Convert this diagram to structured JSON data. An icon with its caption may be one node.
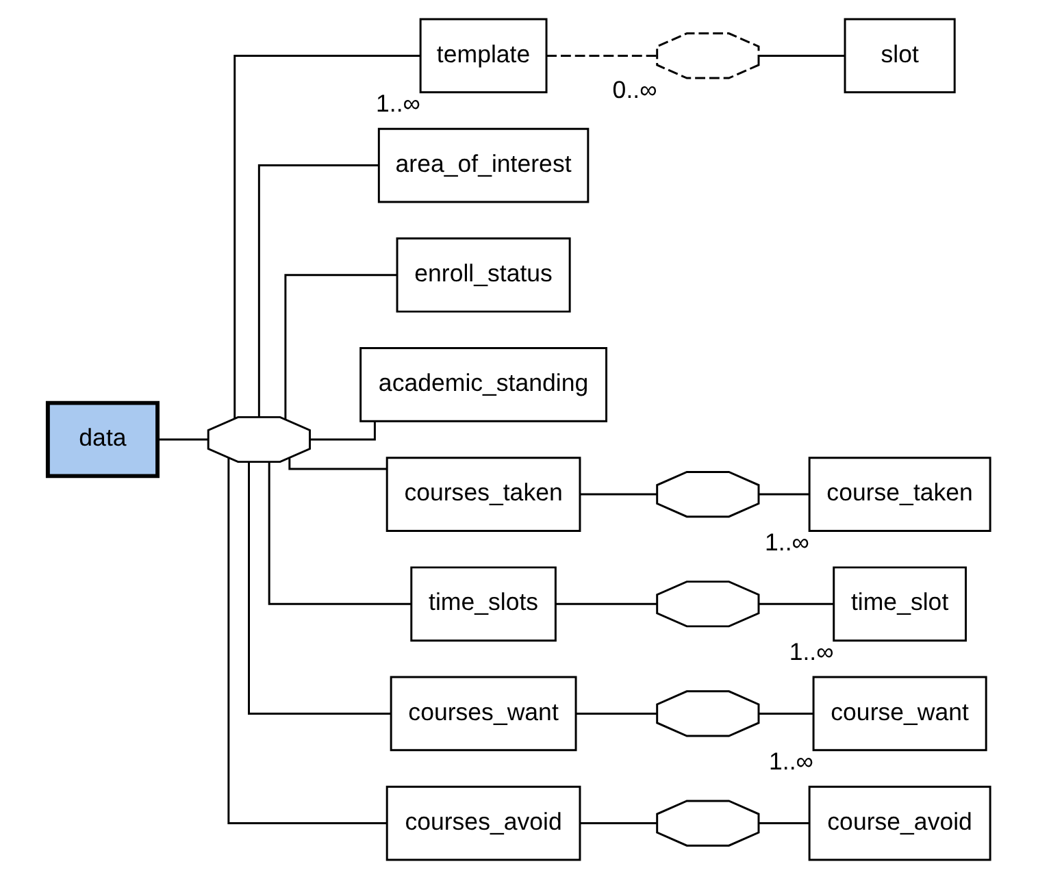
{
  "diagram": {
    "nodes": [
      {
        "text": [
          "data"
        ]
      },
      {
        "text": [],
        "shape": "octagon"
      },
      {
        "text": [
          "template"
        ],
        "beside": [
          "1..∞"
        ]
      },
      {
        "text": [],
        "shape": "octagon",
        "beside": [
          "0..∞"
        ]
      },
      {
        "text": [
          "slot"
        ]
      },
      {
        "text": [
          "area_of_interest"
        ]
      },
      {
        "text": [
          "enroll_status"
        ]
      },
      {
        "text": [
          "academic_standing"
        ]
      },
      {
        "text": [
          "courses_taken"
        ]
      },
      {
        "text": [],
        "shape": "octagon"
      },
      {
        "text": [
          "course_taken"
        ],
        "beside": [
          "1..∞"
        ]
      },
      {
        "text": [
          "time_slots"
        ]
      },
      {
        "text": [],
        "shape": "octagon"
      },
      {
        "text": [
          "time_slot"
        ],
        "beside": [
          "1..∞"
        ]
      },
      {
        "text": [
          "courses_want"
        ]
      },
      {
        "text": [],
        "shape": "octagon"
      },
      {
        "text": [
          "course_want"
        ],
        "beside": [
          "1..∞"
        ]
      },
      {
        "text": [
          "courses_avoid"
        ]
      },
      {
        "text": [],
        "shape": "octagon"
      },
      {
        "text": [
          "course_avoid"
        ]
      }
    ],
    "edges": [
      {
        "from": 0,
        "to": 1,
        "arrow": "none"
      },
      {
        "from": 1,
        "to": 2,
        "arrow": "none"
      },
      {
        "from": 2,
        "to": 3,
        "arrow": "none",
        "style": "dashed"
      },
      {
        "from": 3,
        "to": 4,
        "arrow": "none"
      },
      {
        "from": 1,
        "to": 5,
        "arrow": "none"
      },
      {
        "from": 1,
        "to": 6,
        "arrow": "none"
      },
      {
        "from": 1,
        "to": 7,
        "arrow": "none"
      },
      {
        "from": 1,
        "to": 8,
        "arrow": "none"
      },
      {
        "from": 8,
        "to": 9,
        "arrow": "none"
      },
      {
        "from": 9,
        "to": 10,
        "arrow": "none"
      },
      {
        "from": 1,
        "to": 11,
        "arrow": "none"
      },
      {
        "from": 11,
        "to": 12,
        "arrow": "none"
      },
      {
        "from": 12,
        "to": 13,
        "arrow": "none"
      },
      {
        "from": 1,
        "to": 14,
        "arrow": "none"
      },
      {
        "from": 14,
        "to": 15,
        "arrow": "none"
      },
      {
        "from": 15,
        "to": 16,
        "arrow": "none"
      },
      {
        "from": 1,
        "to": 17,
        "arrow": "none"
      },
      {
        "from": 17,
        "to": 18,
        "arrow": "none"
      },
      {
        "from": 18,
        "to": 19,
        "arrow": "none"
      }
    ]
  }
}
